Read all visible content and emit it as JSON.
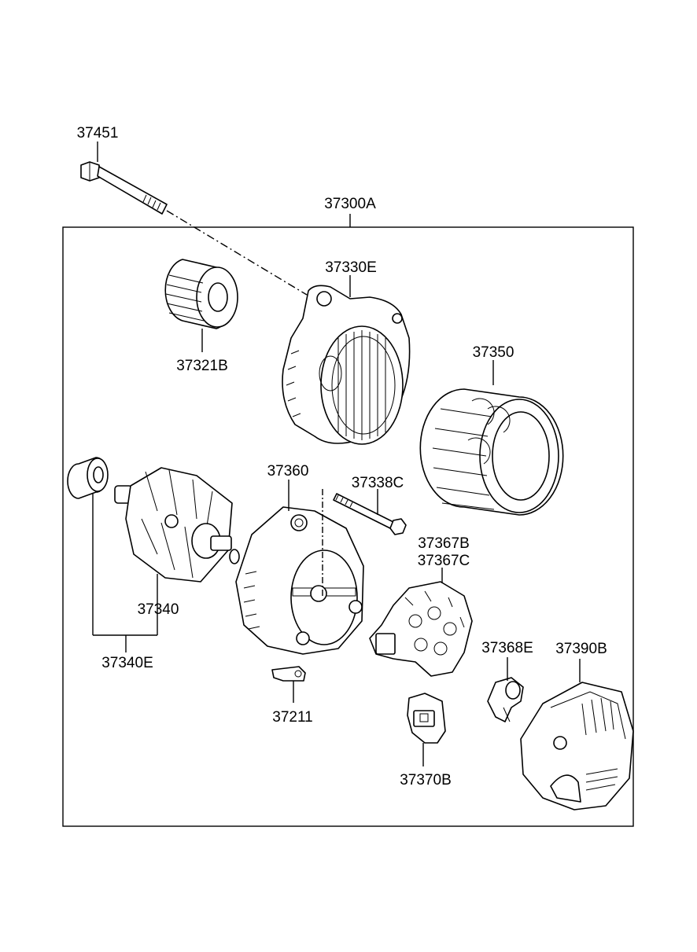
{
  "labels": {
    "p37451": "37451",
    "p37300A": "37300A",
    "p37330E": "37330E",
    "p37321B": "37321B",
    "p37350": "37350",
    "p37360": "37360",
    "p37338C": "37338C",
    "p37367B": "37367B",
    "p37367C": "37367C",
    "p37340": "37340",
    "p37340E": "37340E",
    "p37368E": "37368E",
    "p37390B": "37390B",
    "p37211": "37211",
    "p37370B": "37370B"
  },
  "colors": {
    "line": "#000000",
    "background": "#ffffff"
  }
}
